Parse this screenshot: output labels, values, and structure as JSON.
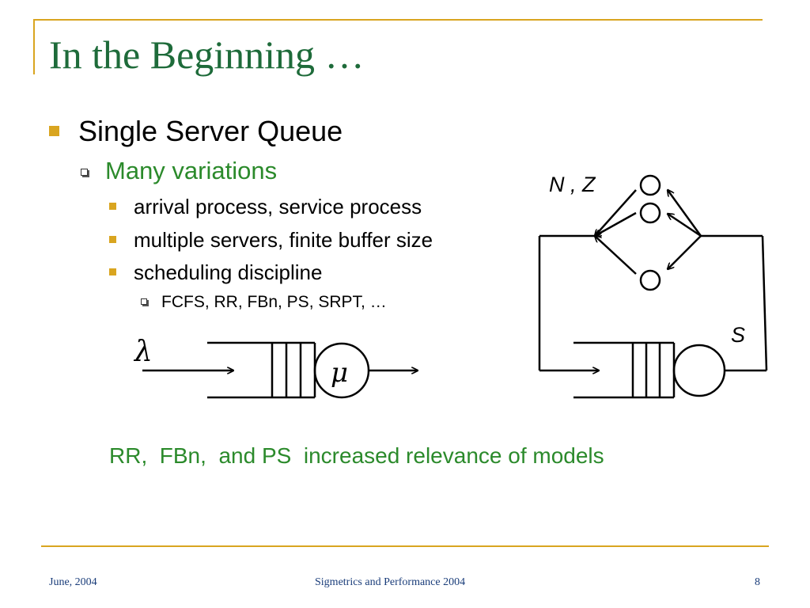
{
  "slide": {
    "title": "In the Beginning …",
    "bullets": {
      "level1": "Single Server Queue",
      "level2": "Many variations",
      "level3": [
        "arrival process, service process",
        "multiple servers, finite buffer size",
        "scheduling discipline"
      ],
      "level4": "FCFS, RR, FBn, PS, SRPT, …"
    },
    "note": "RR,  FBn,  and PS  increased relevance of models"
  },
  "diagram": {
    "arrival_rate_symbol": "λ",
    "service_rate_symbol": "μ",
    "closed_labels": {
      "population": "N , Z",
      "service": "S"
    }
  },
  "footer": {
    "date": "June, 2004",
    "conference": "Sigmetrics and Performance 2004",
    "page_number": "8"
  },
  "colors": {
    "accent_gold": "#d9a520",
    "title_green": "#1e6b3a",
    "sub_green": "#2b8a2b",
    "footer_blue": "#1a3d7a"
  }
}
